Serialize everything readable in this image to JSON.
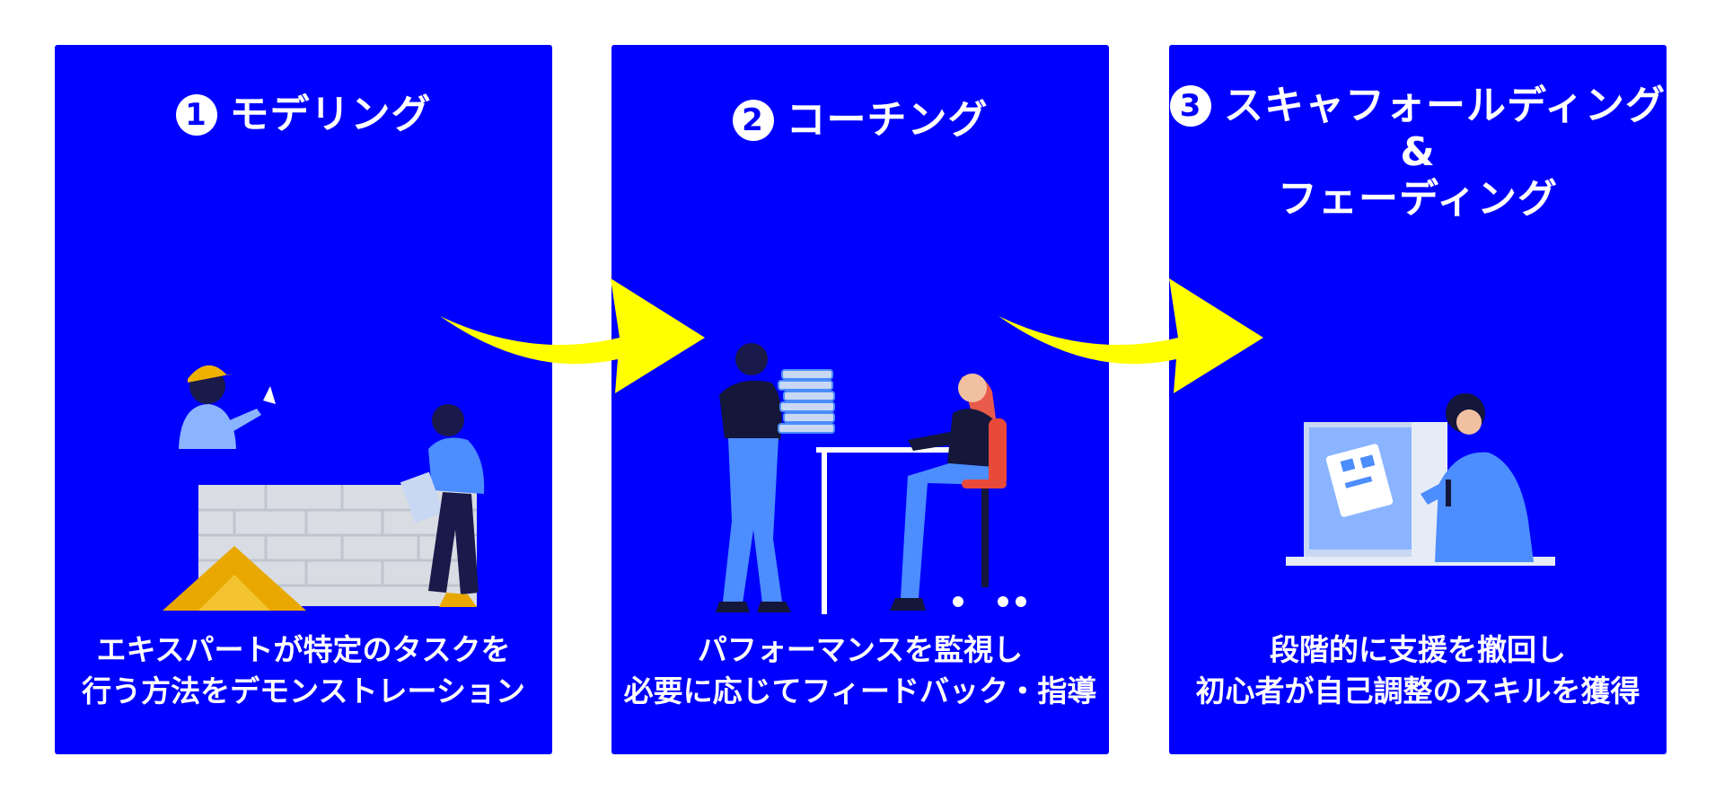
{
  "colors": {
    "panel": "#0000ff",
    "arrow": "#ffff00",
    "text": "#ffffff"
  },
  "steps": [
    {
      "number": "1",
      "title_lines": [
        "モデリング"
      ],
      "desc_lines": [
        "エキスパートが特定のタスクを",
        "行う方法をデモンストレーション"
      ]
    },
    {
      "number": "2",
      "title_lines": [
        "コーチング"
      ],
      "desc_lines": [
        "パフォーマンスを監視し",
        "必要に応じてフィードバック・指導"
      ]
    },
    {
      "number": "3",
      "title_lines": [
        "スキャフォールディング",
        "&",
        "フェーディング"
      ],
      "desc_lines": [
        "段階的に支援を撤回し",
        "初心者が自己調整のスキルを獲得"
      ]
    }
  ]
}
